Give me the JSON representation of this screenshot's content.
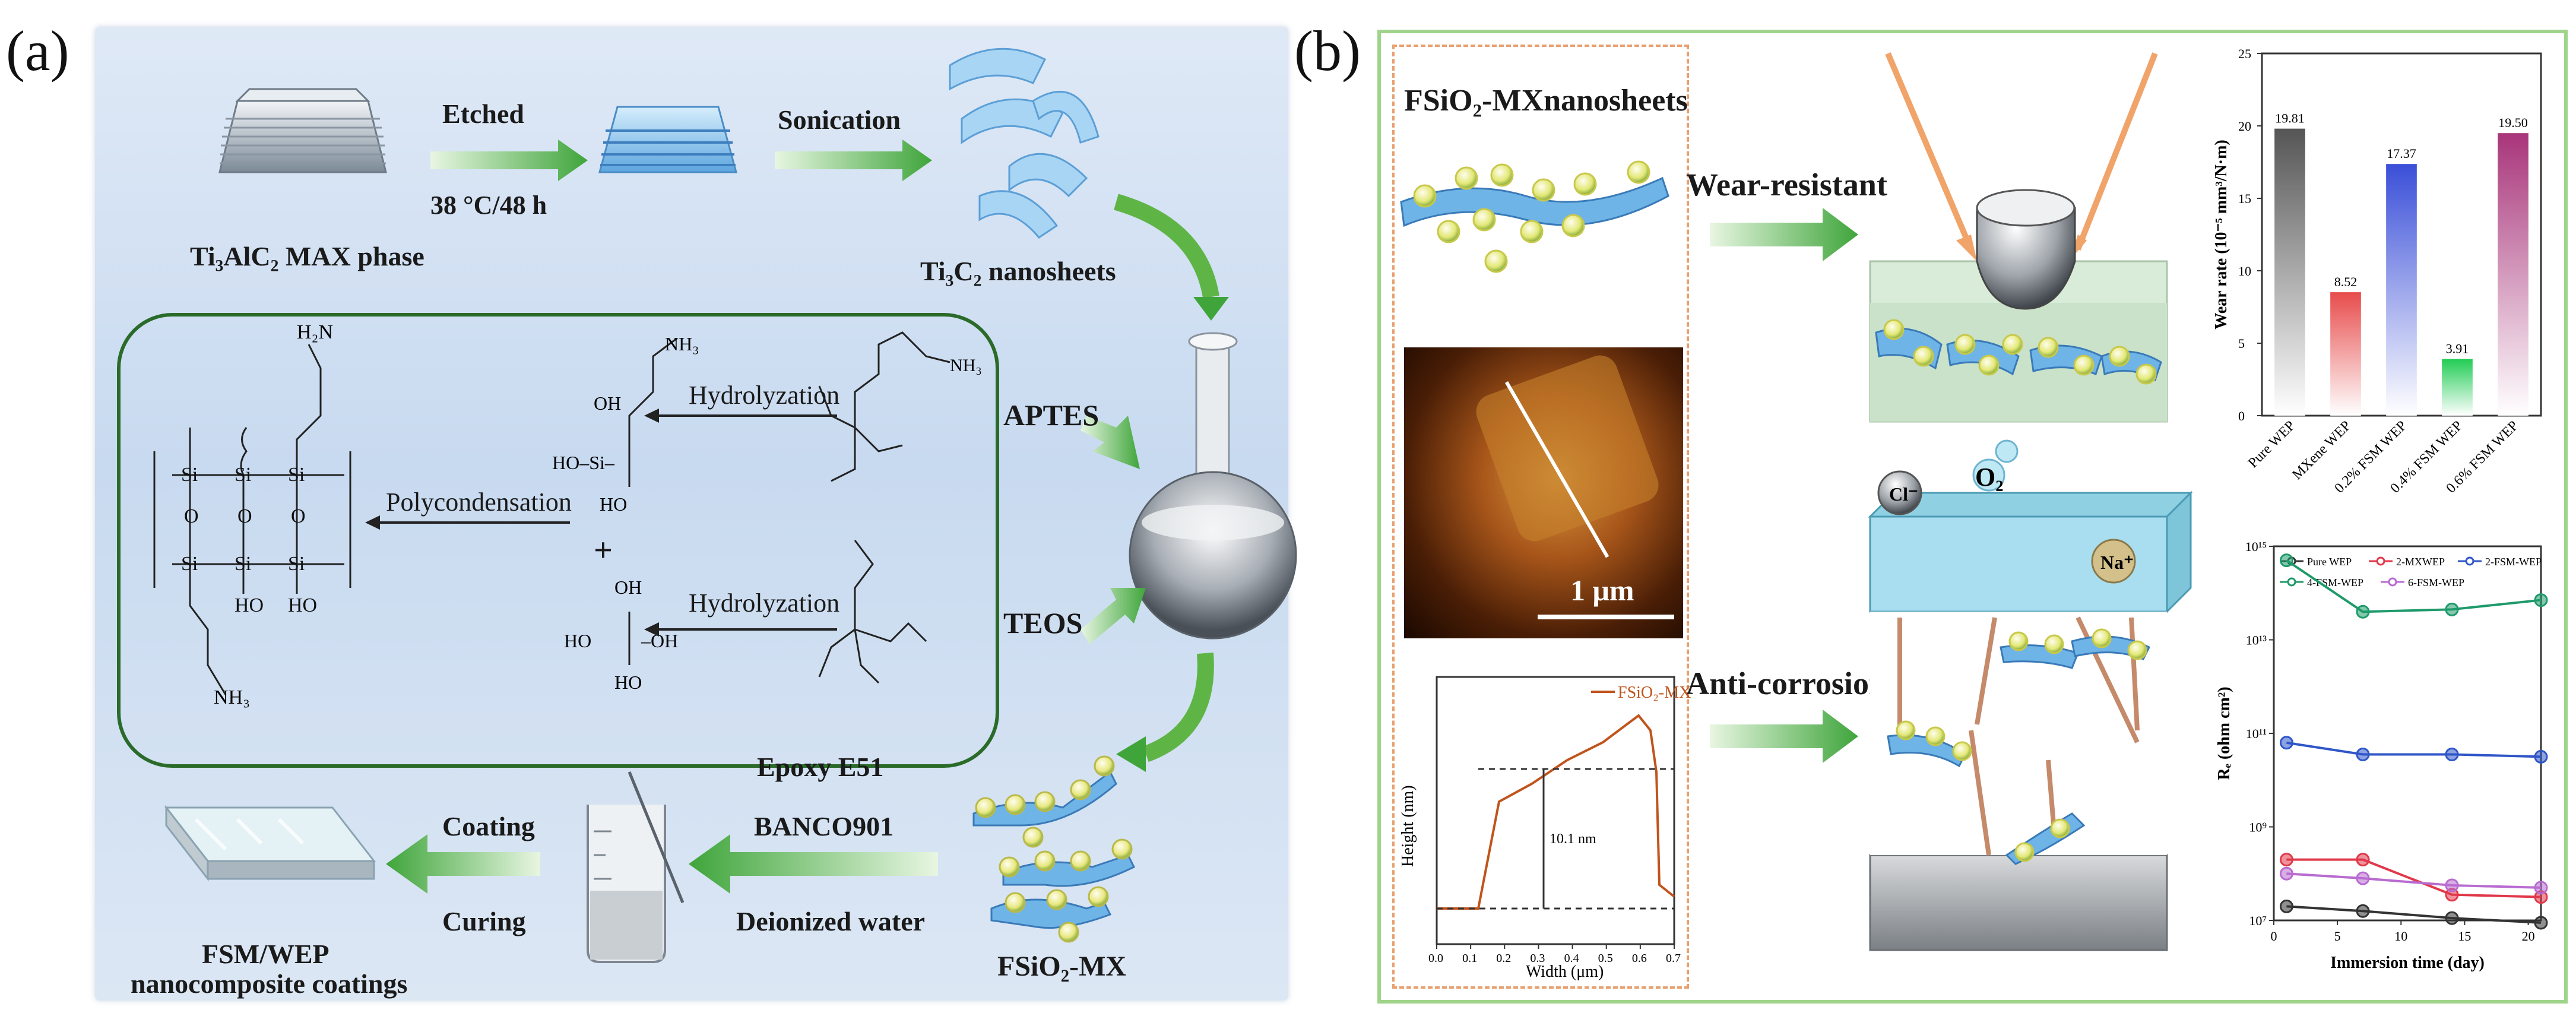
{
  "panels": {
    "a": "(a)",
    "b": "(b)"
  },
  "panel_a": {
    "max_phase": "Ti₃AlC₂ MAX phase",
    "etched": "Etched",
    "etch_condition": "38 °C/48 h",
    "sonication": "Sonication",
    "nanosheets": "Ti₃C₂ nanosheets",
    "aptes": "APTES",
    "teos": "TEOS",
    "hydrolyzation_1": "Hydrolyzation",
    "hydrolyzation_2": "Hydrolyzation",
    "polycondensation": "Polycondensation",
    "plus": "+",
    "epoxy": "Epoxy E51",
    "banco": "BANCO901",
    "water": "Deionized water",
    "fsio2_mx": "FSiO₂-MX",
    "coating": "Coating",
    "curing": "Curing",
    "coatings_line1": "FSM/WEP",
    "coatings_line2": "nanocomposite coatings",
    "chem": {
      "h2n": "H₂N",
      "nh3_top": "NH₃",
      "nh3_bot": "NH₃",
      "nh3_aptes": "NH₃",
      "oh_a": "OH",
      "ho_si_a": "HO–Si–",
      "ho_a": "HO",
      "oh_b": "OH",
      "ho_b": "HO",
      "oh_b2": "–OH",
      "ho_b3": "HO",
      "si": "Si",
      "o": "O"
    }
  },
  "panel_b": {
    "fsio2_title": "FSiO₂-MXnanosheets",
    "wear_resistant": "Wear-resistant",
    "anti_corrosion": "Anti-corrosion",
    "scale_bar": "1 μm",
    "o2": "O₂",
    "cl": "Cl⁻",
    "na": "Na⁺",
    "profile": {
      "legend": "FSiO₂-MX",
      "ylabel": "Height (nm)",
      "xlabel": "Width (μm)",
      "annotation": "10.1 nm",
      "xticks": [
        "0.0",
        "0.1",
        "0.2",
        "0.3",
        "0.4",
        "0.5",
        "0.6",
        "0.7"
      ]
    }
  },
  "chart_data": [
    {
      "type": "bar",
      "ylabel": "Wear rate (10⁻⁵ mm³/N·m)",
      "categories": [
        "Pure WEP",
        "MXene WEP",
        "0.2% FSM WEP",
        "0.4% FSM WEP",
        "0.6% FSM WEP"
      ],
      "values": [
        19.81,
        8.52,
        17.37,
        3.91,
        19.5
      ],
      "value_labels": [
        "19.81",
        "8.52",
        "17.37",
        "3.91",
        "19.50"
      ],
      "colors": [
        "#555555",
        "#e84c4c",
        "#3a4fd8",
        "#22cc55",
        "#a8357a"
      ],
      "ylim": [
        0,
        25
      ],
      "yticks": [
        "0",
        "5",
        "10",
        "15",
        "20",
        "25"
      ]
    },
    {
      "type": "line",
      "ylabel": "Rₑ (ohm cm²)",
      "xlabel": "Immersion time (day)",
      "xlim": [
        0,
        21
      ],
      "xticks": [
        "0",
        "5",
        "10",
        "15",
        "20"
      ],
      "yticks": [
        "10⁷",
        "10⁹",
        "10¹¹",
        "10¹³",
        "10¹⁵"
      ],
      "ylim_log": [
        7,
        15
      ],
      "log_scale": true,
      "series": [
        {
          "name": "Pure WEP",
          "color": "#333333",
          "x": [
            1,
            7,
            14,
            21
          ],
          "y": [
            7.3,
            7.2,
            7.05,
            6.95
          ]
        },
        {
          "name": "2-MXWEP",
          "color": "#e0394a",
          "x": [
            1,
            7,
            14,
            21
          ],
          "y": [
            8.3,
            8.3,
            7.55,
            7.5
          ]
        },
        {
          "name": "2-FSM-WEP",
          "color": "#2f56c8",
          "x": [
            1,
            7,
            14,
            21
          ],
          "y": [
            10.8,
            10.55,
            10.55,
            10.5
          ]
        },
        {
          "name": "4-FSM-WEP",
          "color": "#1f9a6a",
          "x": [
            1,
            7,
            14,
            21
          ],
          "y": [
            14.7,
            13.6,
            13.65,
            13.85
          ]
        },
        {
          "name": "6-FSM-WEP",
          "color": "#b86bd0",
          "x": [
            1,
            7,
            14,
            21
          ],
          "y": [
            8.0,
            7.9,
            7.75,
            7.7
          ]
        }
      ]
    }
  ]
}
